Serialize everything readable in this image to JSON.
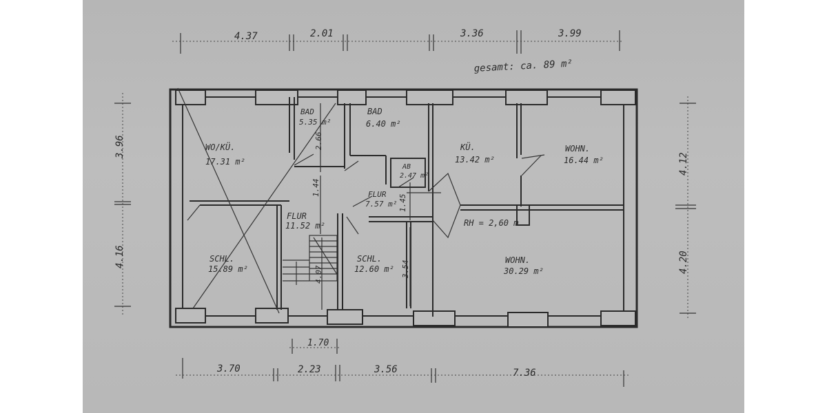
{
  "total_area": "gesamt: ca. 89 m²",
  "dims_top": [
    "4.37",
    "2.01",
    "3.36",
    "3.99"
  ],
  "dims_bottom": [
    "3.70",
    "2.23",
    "3.56",
    "7.36"
  ],
  "dim_inner": "1.70",
  "dims_left": [
    "3.96",
    "4.16"
  ],
  "dims_right": [
    "4.12",
    "4.20"
  ],
  "inner_dims": [
    "2.66",
    "1.44",
    "4.07",
    "1.45",
    "3.54"
  ],
  "rooms": [
    {
      "name": "WO/KÜ.",
      "area": "17.31 m²"
    },
    {
      "name": "BAD",
      "area": "5.35 m²"
    },
    {
      "name": "BAD",
      "area": "6.40 m²"
    },
    {
      "name": "AB",
      "area": "2.47 m²"
    },
    {
      "name": "KÜ.",
      "area": "13.42 m²"
    },
    {
      "name": "WOHN.",
      "area": "16.44 m²"
    },
    {
      "name": "FLUR",
      "area": "7.57 m²"
    },
    {
      "name": "FLUR",
      "area": "11.52 m²"
    },
    {
      "name": "SCHL.",
      "area": "15.89 m²"
    },
    {
      "name": "SCHL.",
      "area": "12.60 m²"
    },
    {
      "name": "WOHN.",
      "area": "30.29 m²"
    }
  ],
  "room_height": "RH = 2,60 m"
}
